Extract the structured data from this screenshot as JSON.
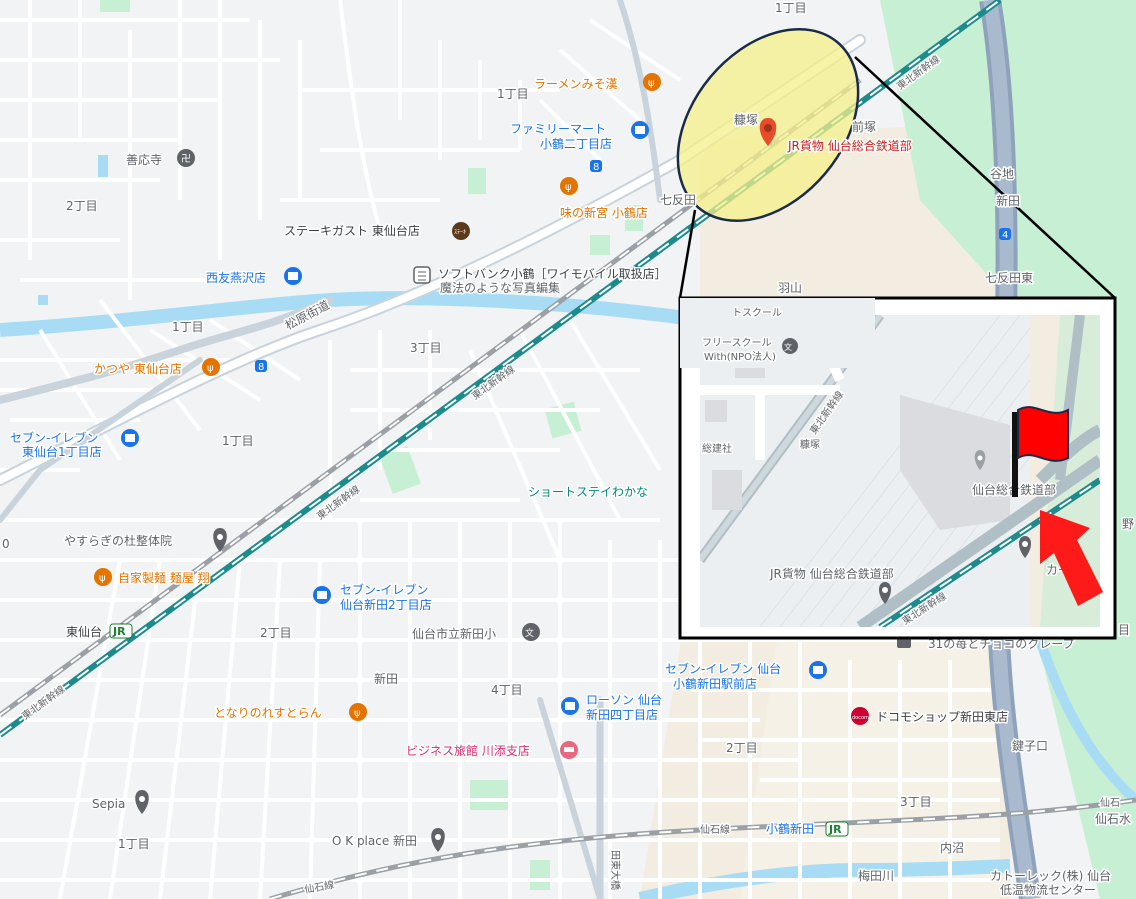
{
  "colors": {
    "land": "#f1f3f4",
    "road": "#ffffff",
    "road_major": "#c9d3dc",
    "highway": "#8ea3bb",
    "water": "#a8dcf5",
    "park": "#c6efd3",
    "farm": "#f3ece1",
    "rail_shinkansen": "#1d8b8b",
    "highlight_fill": "#f5f08a",
    "highlight_stroke": "#1a2b4a",
    "flag": "#ff0000",
    "arrow": "#ff1a1a",
    "poi_food": "#e37400",
    "poi_shop": "#1a73e8",
    "poi_hotel": "#e8697d",
    "poi_pin": "#5f6368",
    "poi_red": "#e84c2b"
  },
  "area_labels": {
    "chome1_top": "1丁目",
    "chome1_top2": "1丁目",
    "chome2_left": "2丁目",
    "chome1_left": "1丁目",
    "chome3": "3丁目",
    "chome1_mid": "1丁目",
    "chome2_bottom": "2丁目",
    "chome4": "4丁目",
    "chome2_right": "2丁目",
    "chome3_right": "3丁目",
    "chome1_bottom": "1丁目",
    "shinden": "新田",
    "maezuka": "前塚",
    "kasuzuka": "糠塚",
    "nanatanda": "七反田",
    "nanatanda_higashi": "七反田東",
    "hayama": "羽山",
    "uchinuma": "内沼",
    "kagiko": "鍵子口",
    "yachi": "谷地",
    "shinden_right": "新田"
  },
  "pois": {
    "ramen": "ラーメンみそ漢",
    "familymart_1": "ファミリーマート",
    "familymart_2": "小鶴二丁目店",
    "zennoji": "善応寺",
    "ajinoshinmiya": "味の新宮 小鶴店",
    "steak": "ステーキガスト 東仙台店",
    "seiyu": "西友燕沢店",
    "softbank_1": "ソフトバンク小鶴［ワイモバイル取扱店］",
    "softbank_2": "魔法のような写真編集",
    "katsuya": "かつや 東仙台店",
    "seven_higashi_1": "セブン-イレブン",
    "seven_higashi_2": "東仙台1丁目店",
    "shortstay": "ショートステイわかな",
    "yasuragi": "やすらぎの杜整体院",
    "jikasei_men": "自家製麺 麺屋 翔",
    "seven_shinden_1": "セブン-イレブン",
    "seven_shinden_2": "仙台新田2丁目店",
    "higashisendai_station": "東仙台",
    "shinden_school": "仙台市立新田小",
    "seven_kozuru_1": "セブン-イレブン 仙台",
    "seven_kozuru_2": "小鶴新田駅前店",
    "lawson_1": "ローソン 仙台",
    "lawson_2": "新田四丁目店",
    "tonarino": "となりのれすとらん",
    "docomo": "ドコモショップ新田東店",
    "business_hotel": "ビジネス旅館 川添支店",
    "sepia": "Sepia",
    "okplace": "O K place 新田",
    "kozurushinden_station": "小鶴新田",
    "crepe": "31の苺とチョコのクレープ",
    "carlex_1": "カトーレック(株) 仙台",
    "carlex_2": "低温物流センター",
    "jr_freight": "JR貨物 仙台総合鉄道部"
  },
  "roads": {
    "matsubara": "松原街道",
    "tohoku_shinkansen": "東北新幹線",
    "senseki": "仙石線",
    "umedagawa": "梅田川",
    "route8": "8",
    "route4": "4",
    "ojima": "田東大橋",
    "senseki_right": "仙石",
    "senseki_right2": "仙石水"
  },
  "badges": {
    "jr": "JR",
    "steak_logo": "ｽﾃｰｷ",
    "docomo_logo": "docomo"
  },
  "inset": {
    "freeschool_1": "フリースクール",
    "freeschool_2": "With(NPO法人)",
    "kensetsu": "総建社",
    "kasuzuka": "糠塚",
    "shinkansen": "東北新幹線",
    "jr_freight_small": "仙台総合鉄道部",
    "jr_freight": "JR貨物 仙台総合鉄道部",
    "karu": "カール",
    "truncated_top": "トスクール"
  },
  "edge_labels": {
    "left_zero": "0",
    "right_no": "野",
    "right_ichi": "目"
  }
}
